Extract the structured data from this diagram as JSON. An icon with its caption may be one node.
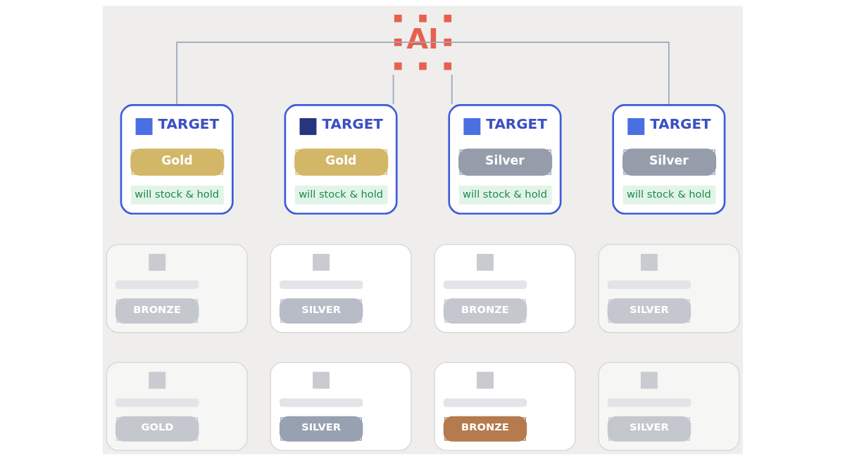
{
  "diagram": {
    "nodes": [
      {
        "text": [
          "AI"
        ]
      },
      {
        "text": [
          "TARGET",
          "Gold",
          "will stock & hold"
        ]
      },
      {
        "text": [
          "TARGET",
          "Gold",
          "will stock & hold"
        ]
      },
      {
        "text": [
          "TARGET",
          "Silver",
          "will stock & hold"
        ]
      },
      {
        "text": [
          "TARGET",
          "Silver",
          "will stock & hold"
        ]
      },
      {
        "text": [
          "BRONZE"
        ]
      },
      {
        "text": [
          "SILVER"
        ]
      },
      {
        "text": [
          "BRONZE"
        ]
      },
      {
        "text": [
          "SILVER"
        ]
      },
      {
        "text": [
          "GOLD"
        ]
      },
      {
        "text": [
          "SILVER"
        ]
      },
      {
        "text": [
          "BRONZE"
        ]
      },
      {
        "text": [
          "SILVER"
        ]
      }
    ],
    "edges": [
      {
        "from": 0,
        "to": 1,
        "arrow": "none"
      },
      {
        "from": 0,
        "to": 2,
        "arrow": "none"
      },
      {
        "from": 0,
        "to": 3,
        "arrow": "none"
      },
      {
        "from": 0,
        "to": 4,
        "arrow": "none"
      }
    ]
  }
}
